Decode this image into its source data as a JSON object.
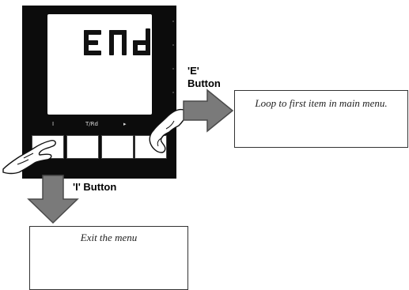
{
  "display": {
    "readout": "End"
  },
  "button_strip": {
    "labels": [
      "I",
      "T/Rd",
      "▸"
    ]
  },
  "labels": {
    "e_button": "'E'\nButton",
    "e_button_line1": "'E'",
    "e_button_line2": "Button",
    "i_button": "'I' Button"
  },
  "boxes": {
    "loop": "Loop to first item in main menu.",
    "exit": "Exit the menu"
  },
  "colors": {
    "meter": "#0c0c0c",
    "arrow": "#7a7a7a",
    "arrow_edge": "#4a4a4a"
  },
  "icons": [
    "hand-pointer-icon",
    "arrow-right-icon",
    "arrow-down-icon"
  ]
}
